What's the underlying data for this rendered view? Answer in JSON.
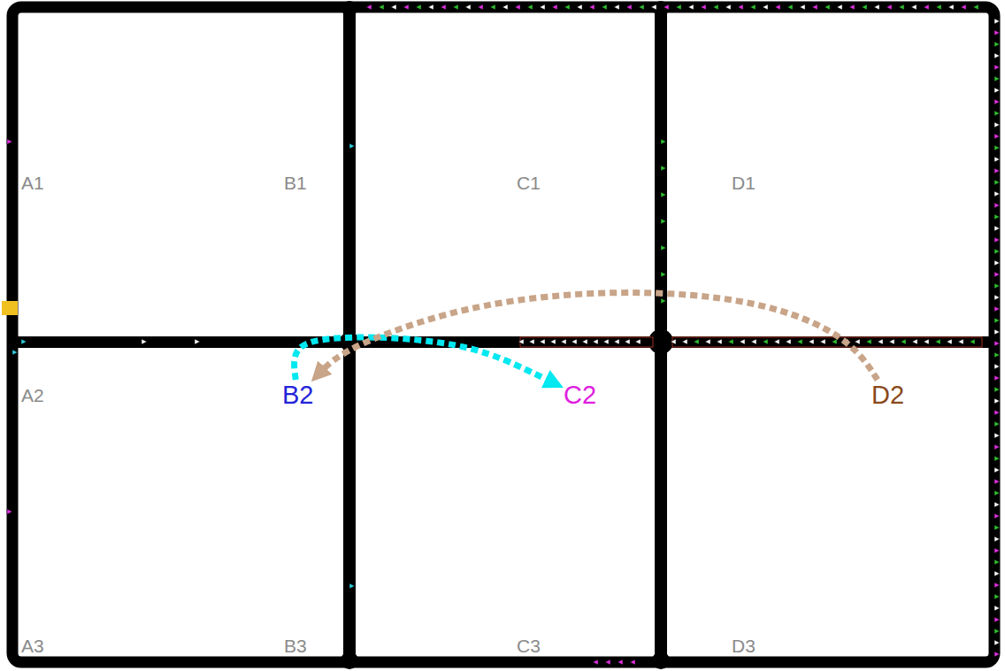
{
  "diagram": {
    "nodes": [
      {
        "text": [
          "A1"
        ]
      },
      {
        "text": [
          "B1"
        ]
      },
      {
        "text": [
          "C1"
        ]
      },
      {
        "text": [
          "D1"
        ]
      },
      {
        "text": [
          "A2"
        ]
      },
      {
        "text": [
          "B2"
        ]
      },
      {
        "text": [
          "C2"
        ]
      },
      {
        "text": [
          "D2"
        ]
      },
      {
        "text": [
          "A3"
        ]
      },
      {
        "text": [
          "B3"
        ]
      },
      {
        "text": [
          "C3"
        ]
      },
      {
        "text": [
          "D3"
        ]
      }
    ],
    "edges": [
      {
        "from": 5,
        "to": 6,
        "arrow": "to"
      },
      {
        "from": 7,
        "to": 5,
        "arrow": "to"
      }
    ]
  }
}
